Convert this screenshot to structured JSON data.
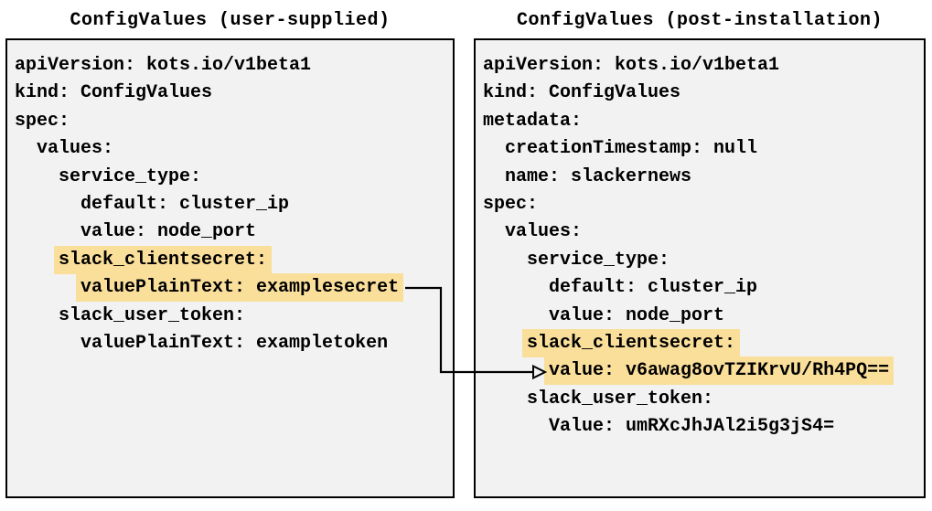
{
  "colors": {
    "page_bg": "#ffffff",
    "panel_bg": "#f2f2f2",
    "panel_border": "#000000",
    "text": "#000000",
    "highlight": "#fadf9b"
  },
  "left_panel": {
    "title": "ConfigValues (user-supplied)",
    "lines": [
      {
        "prefix": "",
        "text": "apiVersion: kots.io/v1beta1",
        "highlight": false
      },
      {
        "prefix": "",
        "text": "kind: ConfigValues",
        "highlight": false
      },
      {
        "prefix": "",
        "text": "spec:",
        "highlight": false
      },
      {
        "prefix": "  ",
        "text": "values:",
        "highlight": false
      },
      {
        "prefix": "    ",
        "text": "service_type:",
        "highlight": false
      },
      {
        "prefix": "      ",
        "text": "default: cluster_ip",
        "highlight": false
      },
      {
        "prefix": "      ",
        "text": "value: node_port",
        "highlight": false
      },
      {
        "prefix": "    ",
        "text": "slack_clientsecret:",
        "highlight": true
      },
      {
        "prefix": "      ",
        "text": "valuePlainText: examplesecret",
        "highlight": true
      },
      {
        "prefix": "    ",
        "text": "slack_user_token:",
        "highlight": false
      },
      {
        "prefix": "      ",
        "text": "valuePlainText: exampletoken",
        "highlight": false
      }
    ]
  },
  "right_panel": {
    "title": "ConfigValues (post-installation)",
    "lines": [
      {
        "prefix": "",
        "text": "apiVersion: kots.io/v1beta1",
        "highlight": false
      },
      {
        "prefix": "",
        "text": "kind: ConfigValues",
        "highlight": false
      },
      {
        "prefix": "",
        "text": "metadata:",
        "highlight": false
      },
      {
        "prefix": "  ",
        "text": "creationTimestamp: null",
        "highlight": false
      },
      {
        "prefix": "  ",
        "text": "name: slackernews",
        "highlight": false
      },
      {
        "prefix": "",
        "text": "spec:",
        "highlight": false
      },
      {
        "prefix": "  ",
        "text": "values:",
        "highlight": false
      },
      {
        "prefix": "    ",
        "text": "service_type:",
        "highlight": false
      },
      {
        "prefix": "      ",
        "text": "default: cluster_ip",
        "highlight": false
      },
      {
        "prefix": "      ",
        "text": "value: node_port",
        "highlight": false
      },
      {
        "prefix": "    ",
        "text": "slack_clientsecret:",
        "highlight": true
      },
      {
        "prefix": "      ",
        "text": "value: v6awag8ovTZIKrvU/Rh4PQ==",
        "highlight": true
      },
      {
        "prefix": "    ",
        "text": "slack_user_token:",
        "highlight": false
      },
      {
        "prefix": "      ",
        "text": "Value: umRXcJhJAl2i5g3jS4=",
        "highlight": false
      }
    ]
  },
  "arrow": {
    "from": "valuePlainText: examplesecret",
    "to": "value: v6awag8ovTZIKrvU/Rh4PQ=="
  }
}
